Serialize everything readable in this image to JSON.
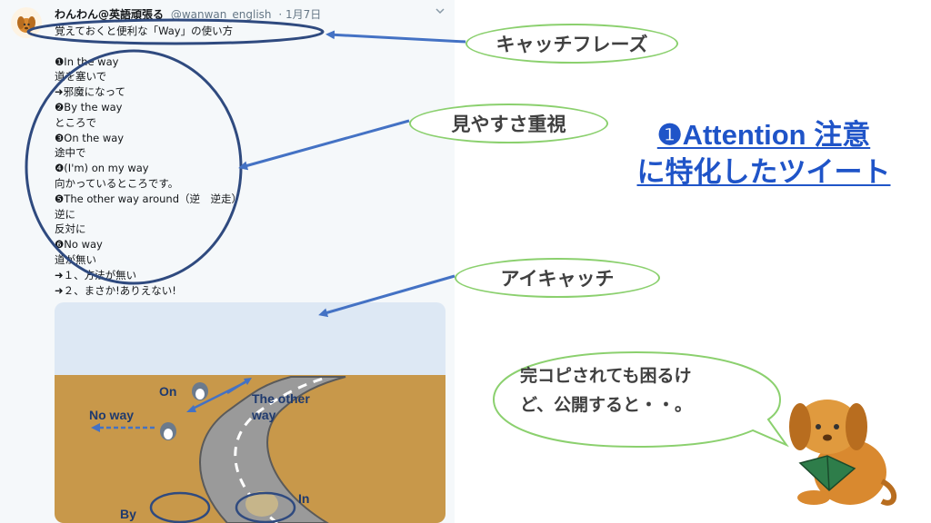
{
  "tweet": {
    "author_name": "わんわん@英語頑張る",
    "author_handle": "@wanwan_english",
    "date": "· 1月7日",
    "menu_icon": "chevron-down-icon",
    "lines": [
      "覚えておくと便利な「Way」の使い方",
      "",
      "❶In the way",
      "道を塞いで",
      "➜邪魔になって",
      "❷By the way",
      "ところで",
      "❸On the way",
      "途中で",
      "❹(I'm) on my way",
      "向かっているところです。",
      "❺The other way around（逆　逆走）",
      "逆に",
      "反対に",
      "❻No way",
      "道が無い",
      "➜１、方法が無い",
      "➜２、まさか!ありえない!"
    ],
    "image_labels": {
      "on": "On",
      "the_other_way_1": "The other",
      "the_other_way_2": "way",
      "no_way": "No way",
      "by": "By",
      "in": "In"
    }
  },
  "annotations": {
    "catchphrase": "キャッチフレーズ",
    "readability": "見やすさ重視",
    "eyecatch": "アイキャッチ",
    "heading_line1": "❶Attention 注意",
    "heading_line2": "に特化したツイート",
    "speech_line1": "完コピされても困るけ",
    "speech_line2": "ど、公開すると・・。"
  },
  "colors": {
    "arrow": "#4472c4",
    "ellipse": "#2f4a7f",
    "pill_border": "#8bd06e",
    "heading": "#1f54c8",
    "sky": "#dde8f4",
    "ground": "#c8984a",
    "road": "#9a9a9a"
  }
}
